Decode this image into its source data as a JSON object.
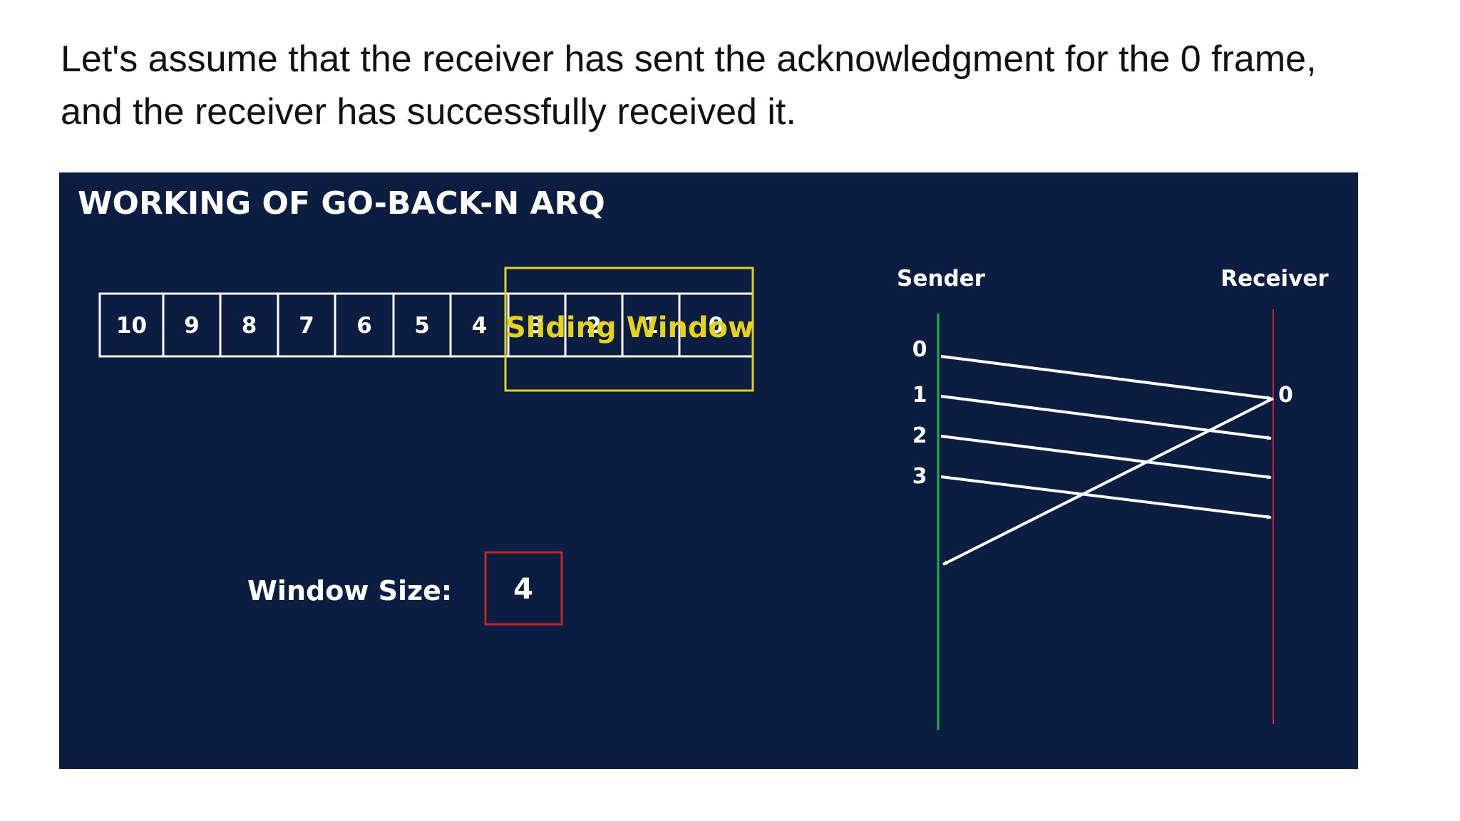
{
  "caption": {
    "line1": "Let's assume that the receiver has sent the acknowledgment for the 0 frame,",
    "line2": "and the receiver has successfully received it."
  },
  "diagram": {
    "title": "WORKING OF GO-BACK-N  ARQ",
    "frames": [
      "10",
      "9",
      "8",
      "7",
      "6",
      "5",
      "4",
      "3",
      "2",
      "1",
      "0"
    ],
    "sliding_window_label": "Sliding Window",
    "window_size_label": "Window Size:",
    "window_size_value": "4",
    "sender_label": "Sender",
    "receiver_label": "Receiver",
    "sender_frames": [
      "0",
      "1",
      "2",
      "3"
    ],
    "receiver_marks": [
      "0"
    ],
    "colors": {
      "background": "#0b1d40",
      "window_highlight": "#e6d21c",
      "sender_line": "#16b04a",
      "receiver_line": "#d01f26",
      "window_size_box": "#c0272d",
      "arrows": "#ffffff"
    }
  }
}
